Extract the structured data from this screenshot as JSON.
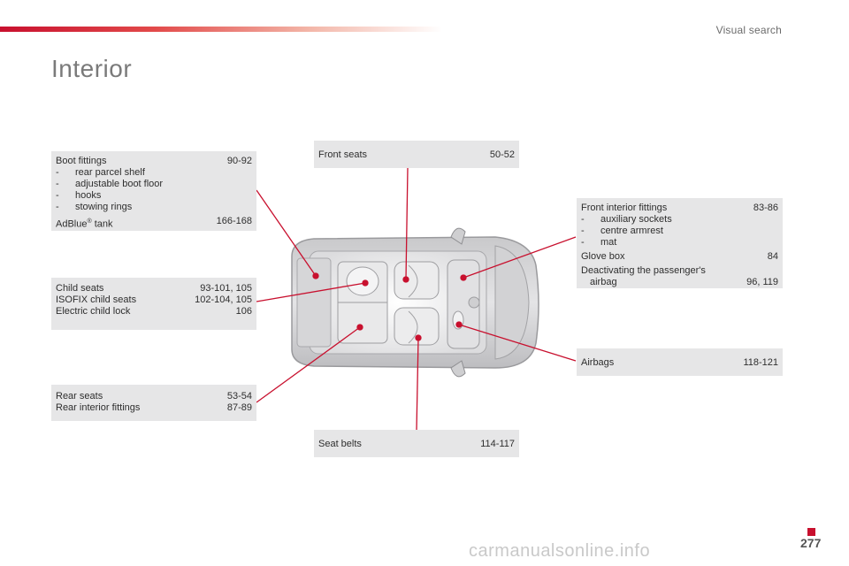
{
  "header": {
    "section_title": "Visual search",
    "page_title": "Interior"
  },
  "boxes": {
    "boot": {
      "title": "Boot fittings",
      "pages": "90-92",
      "items": [
        "rear parcel shelf",
        "adjustable boot floor",
        "hooks",
        "stowing rings"
      ],
      "adblue_label": "AdBlue",
      "adblue_reg": "®",
      "adblue_suffix": " tank",
      "adblue_pages": "166-168"
    },
    "child": {
      "rows": [
        {
          "label": "Child seats",
          "pages": "93-101, 105"
        },
        {
          "label": "ISOFIX child seats",
          "pages": "102-104, 105"
        },
        {
          "label": "Electric child lock",
          "pages": "106"
        }
      ]
    },
    "rear": {
      "rows": [
        {
          "label": "Rear seats",
          "pages": "53-54"
        },
        {
          "label": "Rear interior fittings",
          "pages": "87-89"
        }
      ]
    },
    "front_seats": {
      "label": "Front seats",
      "pages": "50-52"
    },
    "seat_belts": {
      "label": "Seat belts",
      "pages": "114-117"
    },
    "front_interior": {
      "title": "Front interior fittings",
      "pages": "83-86",
      "items": [
        "auxiliary sockets",
        "centre armrest",
        "mat"
      ],
      "glove_label": "Glove box",
      "glove_pages": "84",
      "deact_line1": "Deactivating the passenger's",
      "deact_line2": "airbag",
      "deact_pages": "96, 119"
    },
    "airbags": {
      "label": "Airbags",
      "pages": "118-121"
    }
  },
  "footer": {
    "page_number": "277",
    "watermark": "carmanualsonline.info"
  },
  "colors": {
    "accent": "#c8102e",
    "box_bg": "#e6e6e7",
    "leader": "#c8102e"
  }
}
